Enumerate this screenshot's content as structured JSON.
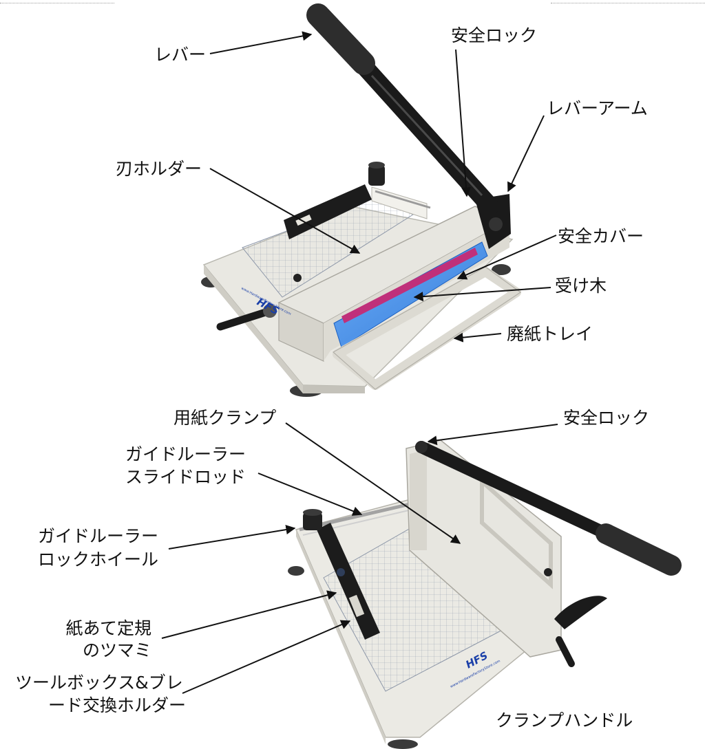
{
  "upper_labels": {
    "lever": "レバー",
    "safety_lock": "安全ロック",
    "lever_arm": "レバーアーム",
    "blade_holder": "刃ホルダー",
    "safety_cover": "安全カバー",
    "cutting_stick": "受け木",
    "waste_tray": "廃紙トレイ"
  },
  "lower_labels": {
    "paper_clamp": "用紙クランプ",
    "safety_lock": "安全ロック",
    "guide_rod_line1": "ガイドルーラー",
    "guide_rod_line2": "スライドロッド",
    "guide_wheel_line1": "ガイドルーラー",
    "guide_wheel_line2": "ロックホイール",
    "knob_line1": "紙あて定規",
    "knob_line2": "のツマミ",
    "toolbox_line1": "ツールボックス&ブレ",
    "toolbox_line2": "ード交換ホルダー",
    "clamp_handle": "クランプハンドル"
  },
  "branding": {
    "logo": "HFS",
    "url": "www.HardwareFactoryStore.com"
  },
  "colors": {
    "machine_body": "#e9e8e2",
    "lever": "#1b1b1b",
    "safety_cover": "#2f7fe0",
    "cutting_stick": "#c0307a",
    "logo": "#1a3fa8"
  }
}
